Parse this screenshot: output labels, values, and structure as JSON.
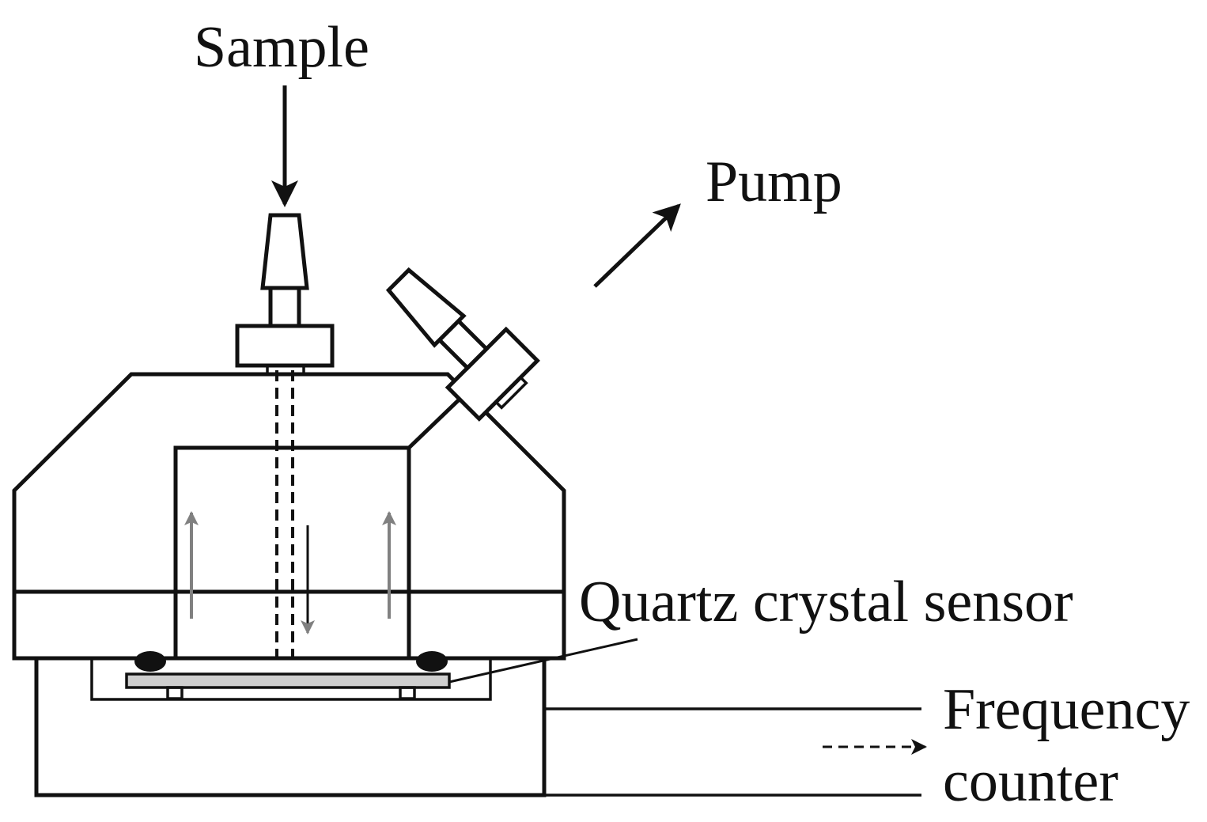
{
  "labels": {
    "sample": "Sample",
    "pump": "Pump",
    "sensor": "Quartz crystal sensor",
    "frequency_line1": "Frequency",
    "frequency_line2": "counter"
  },
  "colors": {
    "line": "#111111",
    "flow_arrow": "#808080",
    "sensor_fill": "#cfcfcf",
    "background": "#ffffff"
  }
}
